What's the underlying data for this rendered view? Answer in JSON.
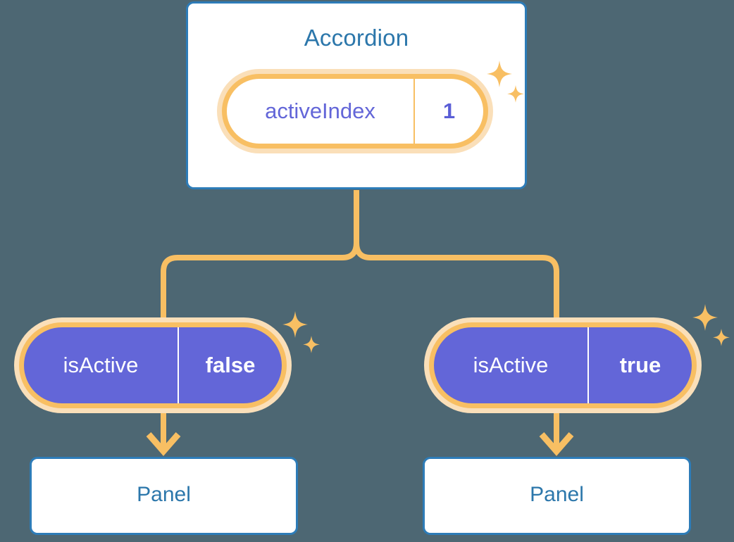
{
  "theme": {
    "background": "#4d6773",
    "card_border": "#2d7cb8",
    "card_fill": "#ffffff",
    "title_text": "#2c77ab",
    "ring_outer": "#fadfb9",
    "ring_inner": "#f8bf63",
    "connector": "#f8bf63",
    "state_fill": "#6366d8",
    "state_text_on_white": "#6366d8",
    "state_text_on_purple": "#ffffff"
  },
  "diagram": {
    "root": {
      "title": "Accordion",
      "state": {
        "key": "activeIndex",
        "value": "1"
      }
    },
    "branches": [
      {
        "state": {
          "key": "isActive",
          "value": "false"
        },
        "child": {
          "title": "Panel"
        }
      },
      {
        "state": {
          "key": "isActive",
          "value": "true"
        },
        "child": {
          "title": "Panel"
        }
      }
    ]
  },
  "icons": {
    "sparkle_large": "sparkle-large-icon",
    "sparkle_small": "sparkle-small-icon",
    "arrow_down": "arrow-down-icon",
    "branch_connector": "branch-connector-icon"
  }
}
